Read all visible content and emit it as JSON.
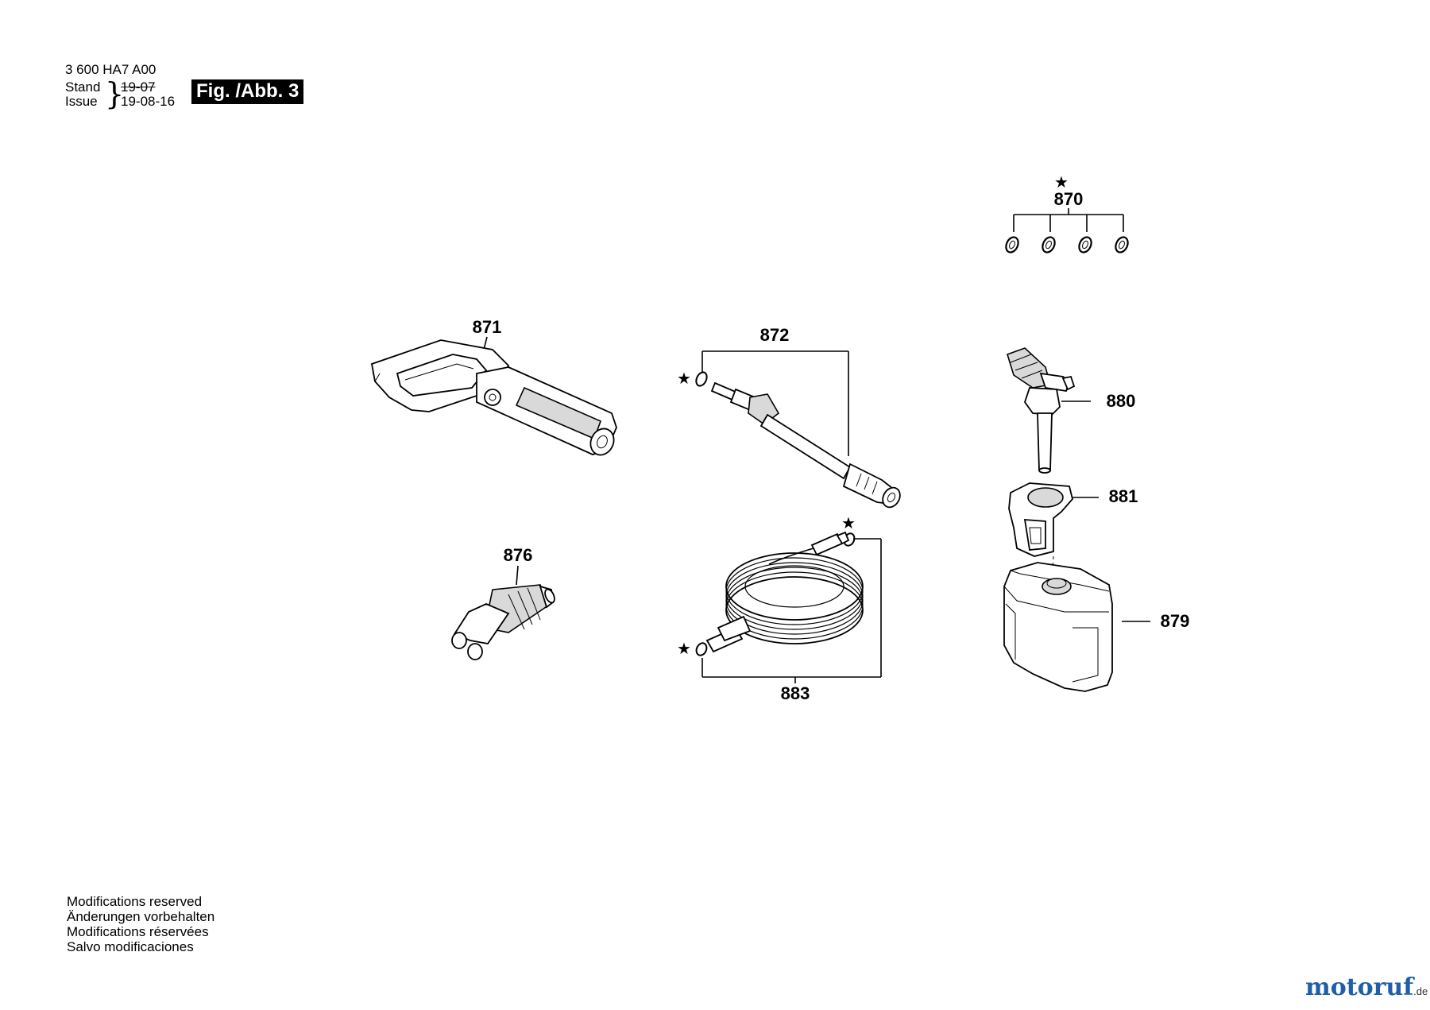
{
  "header": {
    "doc_number": "3 600 HA7 A00",
    "stand_label": "Stand",
    "issue_label": "Issue",
    "stand_date": "19-07",
    "issue_date": "19-08-16",
    "figure_label": "Fig. /Abb. 3"
  },
  "footer_notes": [
    "Modifications reserved",
    "Änderungen vorbehalten",
    "Modifications réservées",
    "Salvo modificaciones"
  ],
  "watermark": {
    "brand": "motoruf",
    "tld": ".de"
  },
  "parts": {
    "p870": {
      "number": "870",
      "star": "★"
    },
    "p871": {
      "number": "871"
    },
    "p872": {
      "number": "872",
      "star": "★"
    },
    "p876": {
      "number": "876"
    },
    "p883": {
      "number": "883",
      "star_top": "★",
      "star_bottom": "★"
    },
    "p880": {
      "number": "880"
    },
    "p881": {
      "number": "881"
    },
    "p879": {
      "number": "879"
    }
  },
  "colors": {
    "ink": "#000000",
    "paper": "#ffffff",
    "logo_blue": "#1f5fa8",
    "logo_orange": "#e07a1a"
  }
}
